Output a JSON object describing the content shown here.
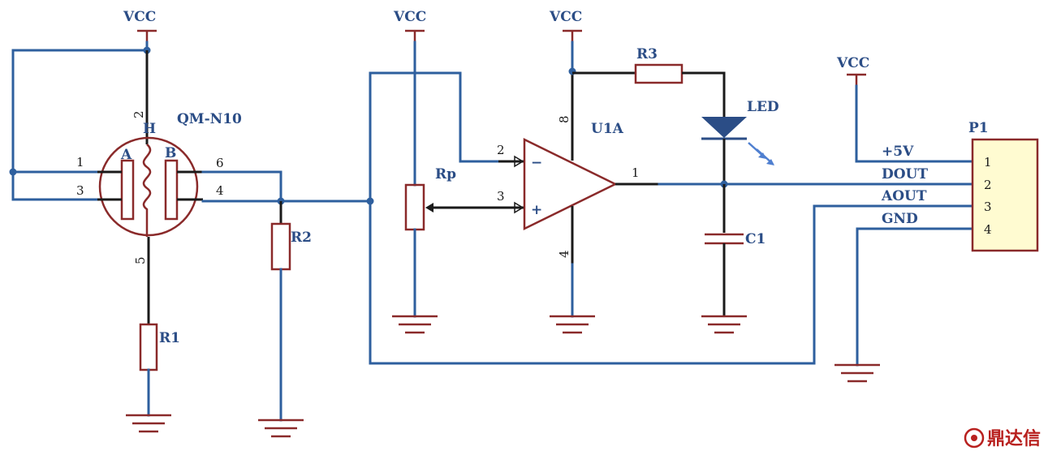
{
  "labels": {
    "vcc1": "VCC",
    "vcc2": "VCC",
    "vcc3": "VCC",
    "vcc4": "VCC",
    "sensor": "QM-N10",
    "sensor_h": "H",
    "sensor_a": "A",
    "sensor_b": "B",
    "r1": "R1",
    "r2": "R2",
    "r3": "R3",
    "rp": "Rp",
    "u1a": "U1A",
    "led": "LED",
    "c1": "C1",
    "p1": "P1"
  },
  "pins": {
    "sensor_2": "2",
    "sensor_1": "1",
    "sensor_3": "3",
    "sensor_6": "6",
    "sensor_4": "4",
    "sensor_5": "5",
    "op_2": "2",
    "op_3": "3",
    "op_8": "8",
    "op_4": "4",
    "op_1": "1",
    "op_minus": "−",
    "op_plus": "+"
  },
  "connector": {
    "net_labels": [
      "+5V",
      "DOUT",
      "AOUT",
      "GND"
    ],
    "pin_numbers": [
      "1",
      "2",
      "3",
      "4"
    ]
  },
  "watermark": "鼎达信",
  "colors": {
    "wire": "#2e5f9e",
    "component": "#8a2a2a",
    "connector_fill": "#fffbd1"
  }
}
